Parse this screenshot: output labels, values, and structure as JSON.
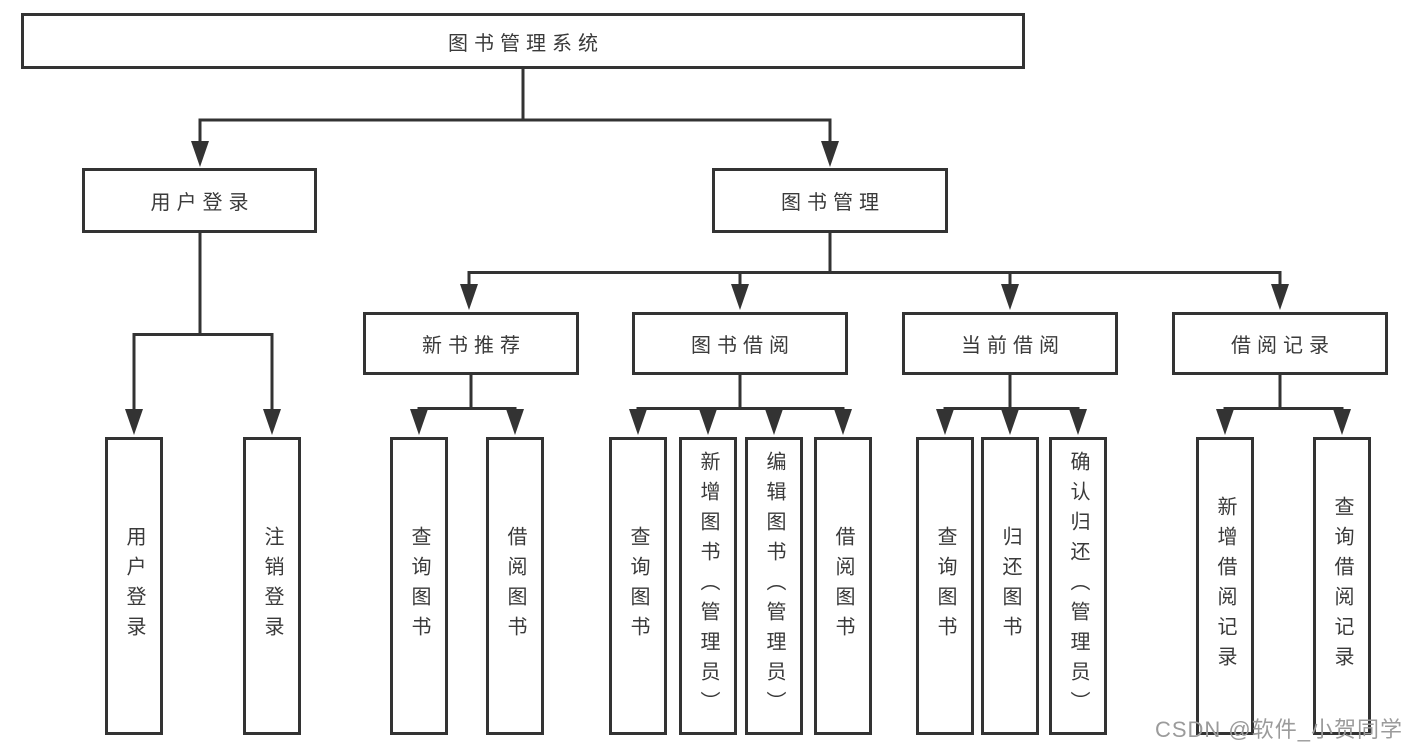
{
  "diagram": {
    "root": "图书管理系统",
    "level2": {
      "user_login": "用户登录",
      "book_mgmt": "图书管理"
    },
    "level3": {
      "new_book": "新书推荐",
      "book_borrow": "图书借阅",
      "current_borrow": "当前借阅",
      "borrow_record": "借阅记录"
    },
    "leaves": {
      "ul_login": "用户登录",
      "ul_logout": "注销登录",
      "nb_query": "查询图书",
      "nb_borrow": "借阅图书",
      "bb_query": "查询图书",
      "bb_add": "新增图书（管理员）",
      "bb_edit": "编辑图书（管理员）",
      "bb_borrow": "借阅图书",
      "cb_query": "查询图书",
      "cb_return": "归还图书",
      "cb_confirm": "确认归还（管理员）",
      "br_add": "新增借阅记录",
      "br_query": "查询借阅记录"
    }
  },
  "watermark": "CSDN @软件_小贺同学",
  "colors": {
    "line": "#333333",
    "text": "#3a3a3a",
    "watermark": "#9b9b9b",
    "background": "#ffffff"
  }
}
